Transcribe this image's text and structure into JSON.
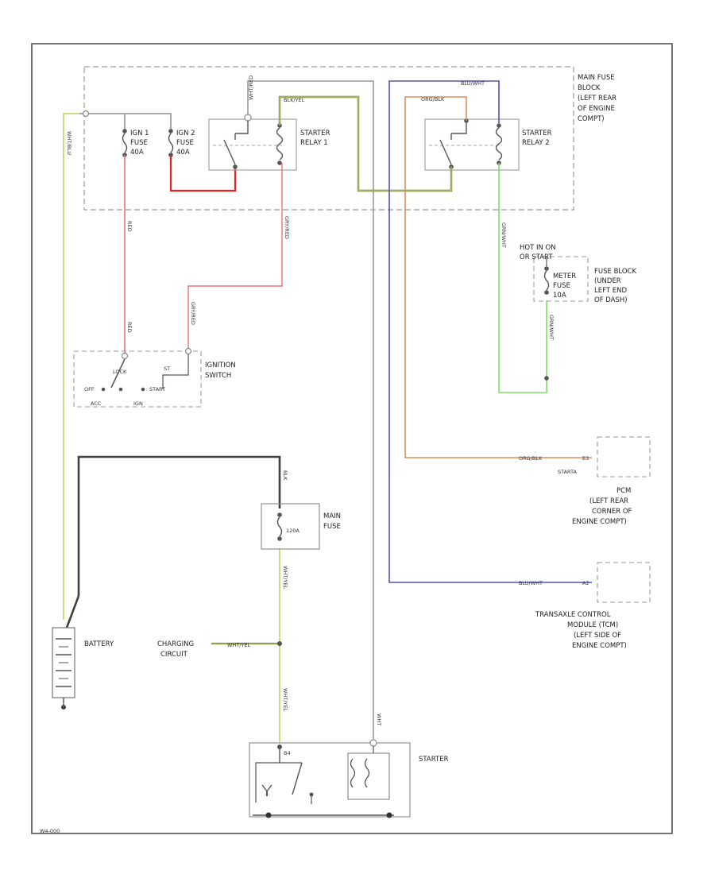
{
  "colors": {
    "wire_gray": "#a8a8a8",
    "wire_red": "#f07070",
    "wire_red_bright": "#f02020",
    "wire_yellow": "#c8d870",
    "wire_black": "#404040",
    "wire_blue": "#5050c0",
    "wire_orange": "#d89060",
    "wire_green": "#80e060",
    "dashed_border": "#9a9a9a",
    "frame": "#666666"
  },
  "labels": {
    "fuse_block_title": [
      "MAIN FUSE",
      "BLOCK",
      "(LEFT REAR",
      "OF ENGINE",
      "COMPT)"
    ],
    "ign1_fuse": [
      "IGN 1",
      "FUSE",
      "40A"
    ],
    "ign2_fuse": [
      "IGN 2",
      "FUSE",
      "40A"
    ],
    "starter_relay_1": [
      "STARTER",
      "RELAY 1"
    ],
    "starter_relay_2": [
      "STARTER",
      "RELAY 2"
    ],
    "hot_note": [
      "HOT IN ON",
      "OR START"
    ],
    "meter_fuse": [
      "METER",
      "FUSE",
      "10A"
    ],
    "fuse_block_dash": [
      "FUSE BLOCK",
      "(UNDER",
      "LEFT END",
      "OF DASH)"
    ],
    "ignition_switch": [
      "IGNITION",
      "SWITCH"
    ],
    "ign_positions": {
      "lock": "LOCK",
      "off": "OFF",
      "st": "ST",
      "start": "START",
      "acc": "ACC",
      "ign": "IGN"
    },
    "pcm_pin": "STARTA",
    "pcm": [
      "PCM",
      "(LEFT REAR",
      "CORNER OF",
      "ENGINE COMPT)"
    ],
    "tcm": [
      "TRANSAXLE CONTROL",
      "MODULE (TCM)",
      "(LEFT SIDE OF",
      "ENGINE COMPT)"
    ],
    "main_fuse": [
      "MAIN",
      "FUSE"
    ],
    "main_fuse_amp": "120A",
    "battery": "BATTERY",
    "charging_circuit": [
      "CHARGING",
      "CIRCUIT"
    ],
    "starter": "STARTER",
    "diagram_id": "W4-000"
  },
  "wire_codes": {
    "wht_red": "WHT/RED",
    "blk_yel_top": "BLK/YEL",
    "blu_wht": "BLU/WHT",
    "org_blk": "ORG/BLK",
    "red_1": "RED",
    "grn_red_1": "GRY/RED",
    "red_2": "RED",
    "grn_red_2": "GRY/RED",
    "grn_wht_1": "GRN/WHT",
    "grn_wht_2": "GRN/WHT",
    "wht_blu_left": "WHT/BLU",
    "blk_main": "BLK",
    "wht_yel_mid": "WHT/YEL",
    "wht_yel_charge": "WHT/YEL",
    "wht_yel_low": "WHT/YEL",
    "wht_starter": "WHT",
    "org_blk_pcm": "ORG/BLK",
    "blu_wht_tcm": "BLU/WHT",
    "pin_e3": "E3",
    "pin_a2": "A2",
    "pin_b4": "B4"
  }
}
